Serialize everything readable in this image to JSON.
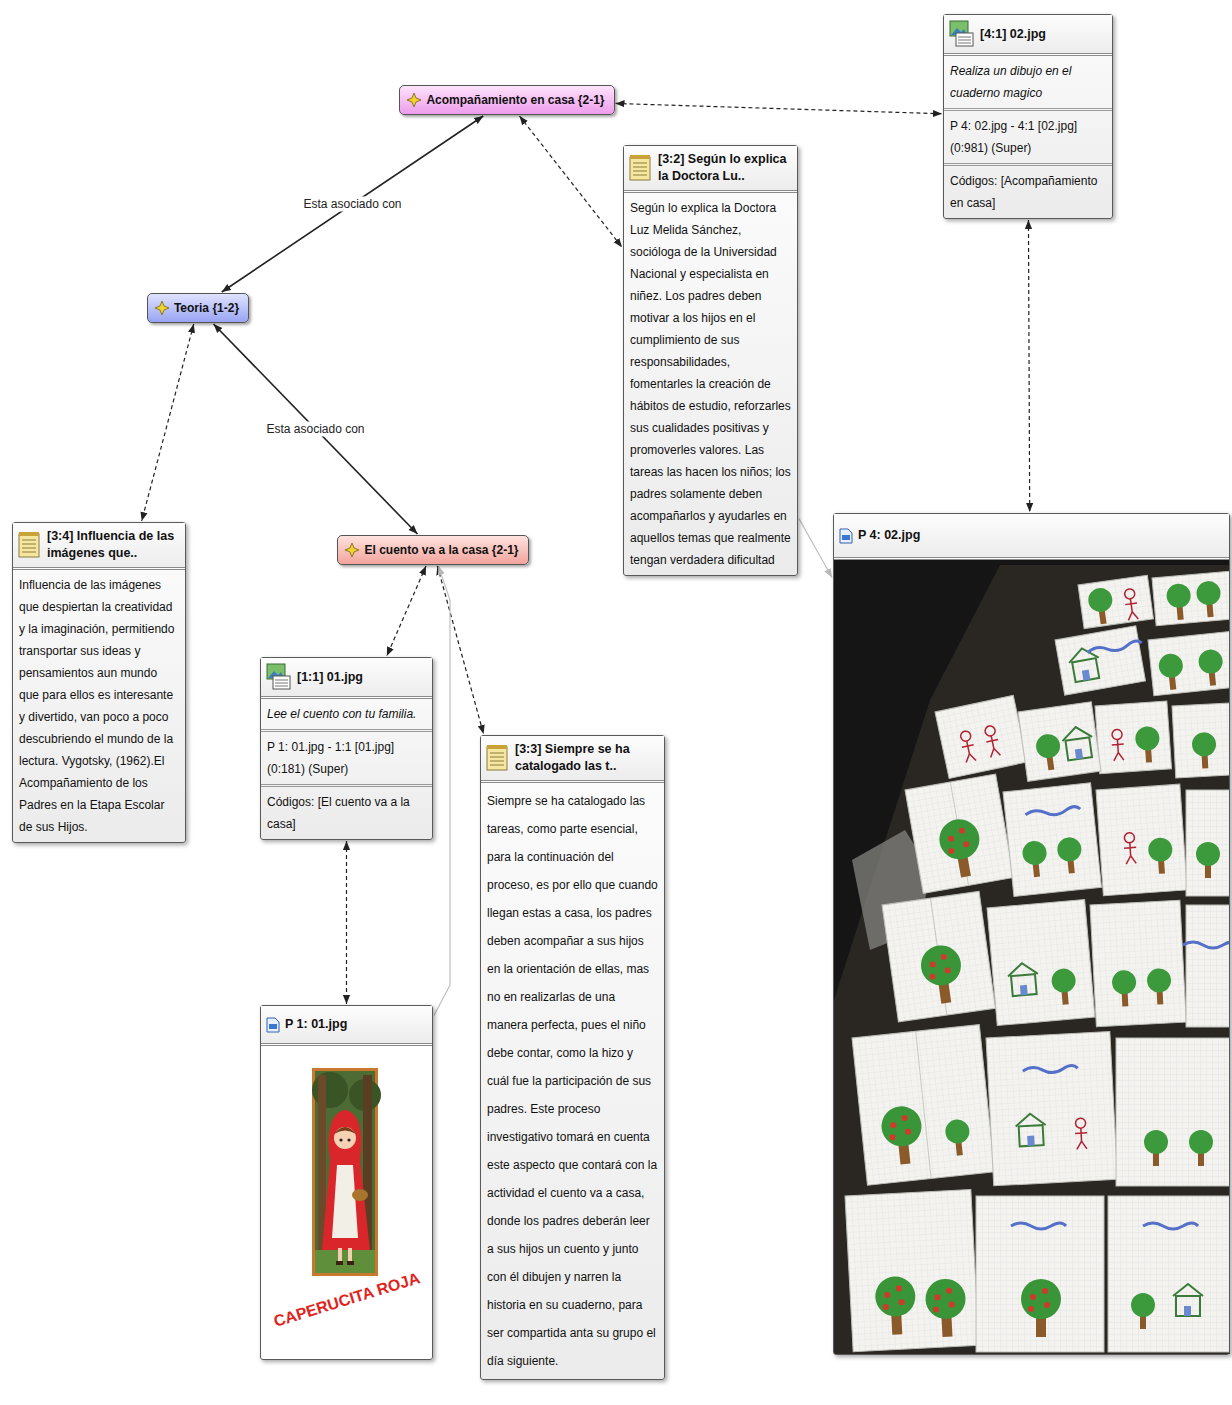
{
  "diagram": {
    "nodes": [
      {
        "text": [
          "Acompañamiento en casa {2-1}"
        ]
      },
      {
        "text": [
          "[4:1] 02.jpg",
          "Realiza un dibujo en el cuaderno magico",
          "P 4: 02.jpg - 4:1 [02.jpg] (0:981) (Super)",
          "Códigos: [Acompañamiento en casa]"
        ]
      },
      {
        "text": [
          "Teoria {1-2}"
        ]
      },
      {
        "text": [
          "[3:2] Según lo explica la Doctora Lu..",
          "Según lo explica la Doctora Luz Melida Sánchez, socióloga de la Universidad Nacional y especialista en niñez. Los padres deben motivar a los hijos en el cumplimiento de sus responsabilidades, fomentarles la creación de hábitos de estudio, reforzarles sus cualidades positivas y promoverles valores. Las tareas las hacen los niños; los padres solamente deben acompañarlos y ayudarles en aquellos temas que realmente tengan verdadera dificultad"
        ]
      },
      {
        "text": [
          "[3:4] Influencia de las imágenes que..",
          "Influencia de las imágenes que despiertan la creatividad y la imaginación, permitiendo transportar sus ideas y pensamientos aun mundo que para ellos es interesante y divertido, van poco a poco descubriendo el mundo de la lectura. Vygotsky, (1962).El Acompañamiento de los Padres en la Etapa Escolar de sus Hijos."
        ]
      },
      {
        "text": [
          "El cuento va a la casa {2-1}"
        ]
      },
      {
        "text": [
          "[1:1] 01.jpg",
          "Lee el cuento con tu familia.",
          "P 1: 01.jpg - 1:1 [01.jpg] (0:181) (Super)",
          "Códigos: [El cuento va a la casa]"
        ]
      },
      {
        "text": [
          "[3:3] Siempre se ha catalogado las t..",
          "Siempre se ha catalogado las tareas, como parte esencial, para la continuación del proceso, es por ello que cuando llegan estas a casa, los padres deben acompañar a sus hijos en la orientación de ellas, mas no en realizarlas de una manera perfecta, pues el niño debe contar, como la hizo y cuál fue la participación de sus padres. Este proceso investigativo tomará en cuenta este aspecto que contará con la actividad el cuento va a casa, donde los padres deberán leer a sus hijos un cuento y junto con él dibujen y narren la historia en su cuaderno, para ser compartida anta su grupo el día siguiente."
        ]
      },
      {
        "text": [
          "P 4: 02.jpg"
        ]
      },
      {
        "text": [
          "P 1: 01.jpg"
        ]
      }
    ],
    "edges": [
      {
        "from": 0,
        "to": 2,
        "arrow": "both",
        "label": "Esta asociado con"
      },
      {
        "from": 2,
        "to": 5,
        "arrow": "both",
        "label": "Esta asociado con"
      },
      {
        "from": 2,
        "to": 4,
        "arrow": "both"
      },
      {
        "from": 0,
        "to": 3,
        "arrow": "both"
      },
      {
        "from": 0,
        "to": 1,
        "arrow": "both"
      },
      {
        "from": 1,
        "to": 8,
        "arrow": "both"
      },
      {
        "from": 5,
        "to": 6,
        "arrow": "both"
      },
      {
        "from": 5,
        "to": 7,
        "arrow": "both"
      },
      {
        "from": 6,
        "to": 9,
        "arrow": "both"
      },
      {
        "from": 3,
        "to": 8,
        "arrow": "to"
      },
      {
        "from": 9,
        "to": 5,
        "arrow": "to"
      }
    ],
    "labels": [
      "CAPERUCITA ROJA"
    ]
  }
}
